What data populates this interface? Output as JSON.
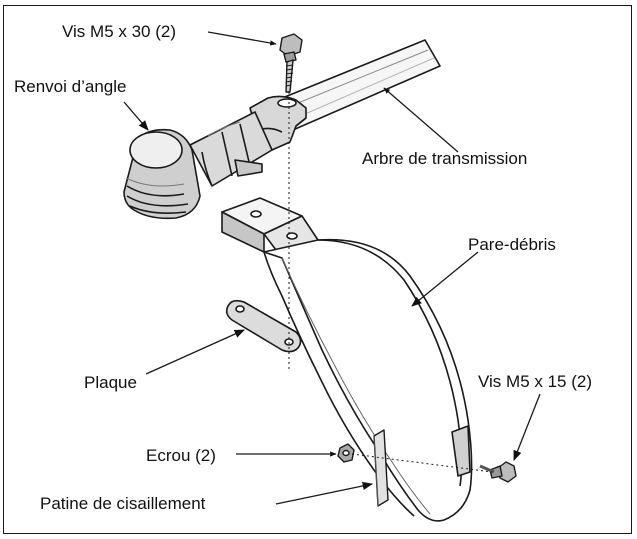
{
  "labels": {
    "vis_m5x30": "Vis M5 x 30 (2)",
    "renvoi": "Renvoi d’angle",
    "arbre": "Arbre de transmission",
    "pare_debris": "Pare-débris",
    "plaque": "Plaque",
    "vis_m5x15": "Vis M5 x 15 (2)",
    "ecrou": "Ecrou (2)",
    "patine": "Patine de cisaillement"
  },
  "colors": {
    "line": "#1a1a1a",
    "shade": "#d4d4d4",
    "shade_dark": "#9a9a9a",
    "background": "#ffffff"
  }
}
